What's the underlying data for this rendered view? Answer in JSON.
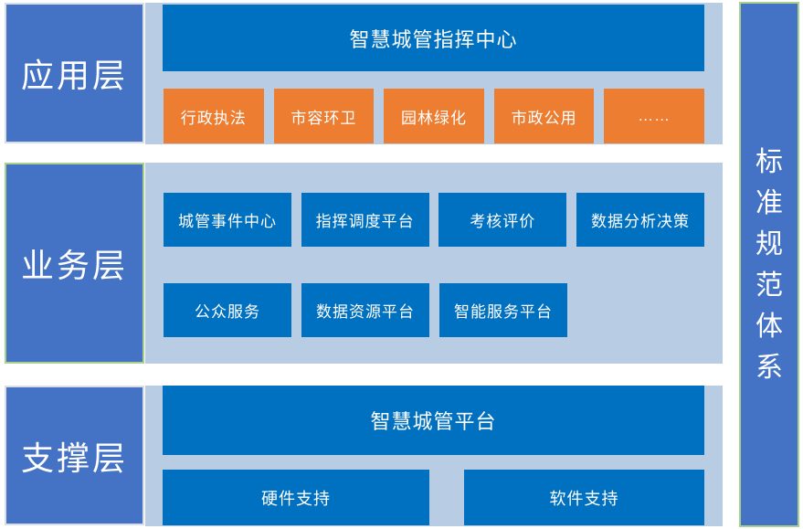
{
  "colors": {
    "layer_box_blue": "#4472C4",
    "panel_light_blue": "#B8CCE4",
    "box_dark_blue": "#0070C0",
    "box_orange": "#ED7D31",
    "green_border": "#A9D18E",
    "grey_border": "#D8DDE6",
    "text": "#FFFFFF"
  },
  "layers": {
    "application": {
      "label": "应用层",
      "header": "智慧城管指挥中心",
      "items": [
        "行政执法",
        "市容环卫",
        "园林绿化",
        "市政公用",
        "……"
      ]
    },
    "business": {
      "label": "业务层",
      "row1": [
        "城管事件中心",
        "指挥调度平台",
        "考核评价",
        "数据分析决策"
      ],
      "row2": [
        "公众服务",
        "数据资源平台",
        "智能服务平台"
      ]
    },
    "support": {
      "label": "支撑层",
      "header": "智慧城管平台",
      "items": [
        "硬件支持",
        "软件支持"
      ]
    }
  },
  "standards_bar": {
    "label": "标准规范体系",
    "chars": [
      "标",
      "准",
      "规",
      "范",
      "体",
      "系"
    ]
  }
}
